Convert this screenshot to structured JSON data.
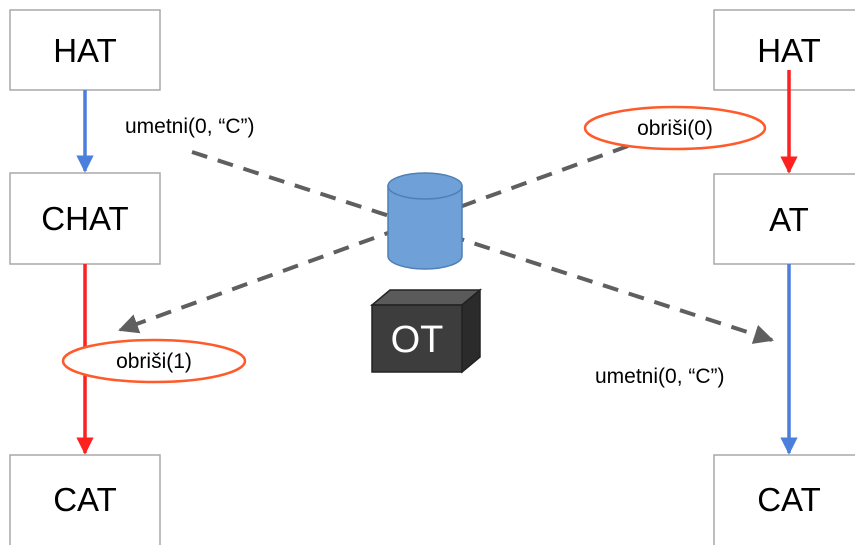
{
  "left": {
    "states": [
      "HAT",
      "CHAT",
      "CAT"
    ],
    "op1": "umetni(0, “C”)",
    "op2": "obriši(1)"
  },
  "right": {
    "states": [
      "HAT",
      "AT",
      "CAT"
    ],
    "op1": "obriši(0)",
    "op2": "umetni(0, “C”)"
  },
  "server": {
    "database_icon": "database-cylinder-icon",
    "label": "OT"
  },
  "colors": {
    "insert": "#4a7fdc",
    "delete": "#ff2020",
    "highlight_ellipse": "#ff5a2a",
    "dashed": "#5f5f5f",
    "database": "#6fa0d8",
    "ot_box": "#3d3d3d"
  }
}
